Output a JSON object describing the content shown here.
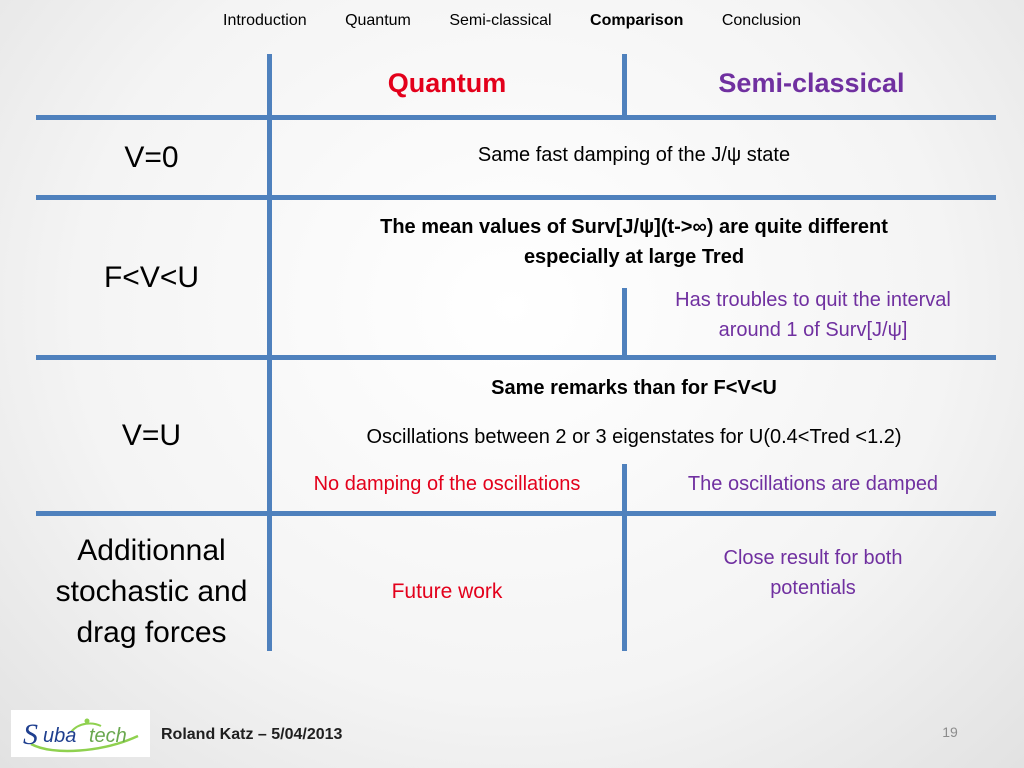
{
  "nav": {
    "items": [
      "Introduction",
      "Quantum",
      "Semi-classical",
      "Comparison",
      "Conclusion"
    ],
    "active_index": 3
  },
  "table": {
    "headers": {
      "quantum": "Quantum",
      "semiclassical": "Semi-classical"
    },
    "rows": {
      "v0": {
        "label": "V=0",
        "text": "Same fast damping of the J/ψ state"
      },
      "fvu": {
        "label": "F<V<U",
        "text_line1": "The mean values of Surv[J/ψ](t->∞) are quite different",
        "text_line2": "especially at large Tred",
        "semiclassical_line1": "Has troubles to quit the interval",
        "semiclassical_line2": "around 1 of Surv[J/ψ]"
      },
      "vu": {
        "label": "V=U",
        "remark": "Same remarks than for F<V<U",
        "oscillations": "Oscillations between 2 or 3 eigenstates for U(0.4<Tred <1.2)",
        "quantum": "No damping of the oscillations",
        "semiclassical": "The oscillations are damped"
      },
      "additional": {
        "label_line1": "Additionnal",
        "label_line2": "stochastic and",
        "label_line3": "drag forces",
        "quantum": "Future work",
        "semiclassical_line1": "Close result for both",
        "semiclassical_line2": "potentials"
      }
    }
  },
  "footer": {
    "logo_text_1": "S",
    "logo_text_2": "uba",
    "logo_text_3": "tech",
    "author": "Roland Katz – 5/04/2013",
    "page_number": "19"
  },
  "colors": {
    "grid": "#4f81bd",
    "quantum": "#e3001b",
    "semiclassical": "#7030a0"
  }
}
